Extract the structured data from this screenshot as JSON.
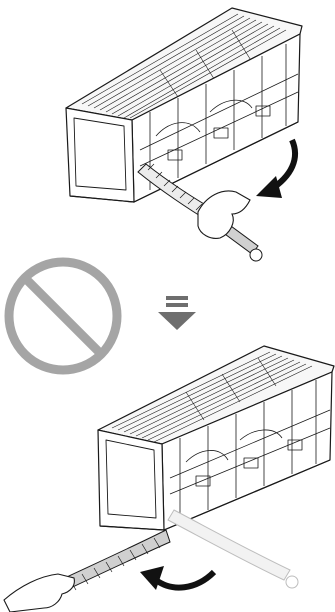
{
  "figure": {
    "panels": [
      {
        "id": "top",
        "depicts": "indoor-unit-rear-view-piping-bent-behind-unit"
      },
      {
        "id": "bottom",
        "depicts": "indoor-unit-rear-view-piping-pulled-out-sideways"
      }
    ],
    "symbols": {
      "prohibition": {
        "color": "#a5a5a5"
      },
      "next_step_arrow": {
        "color": "#6e6e6e"
      },
      "curved_arrows": {
        "color": "#111111"
      }
    },
    "colors": {
      "line": "#1a1a1a",
      "pipe_shaded": "#d0d0d0",
      "pipe_light": "#ececec"
    }
  }
}
